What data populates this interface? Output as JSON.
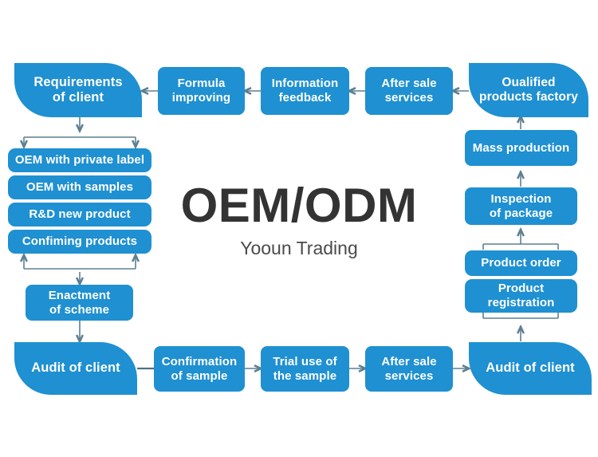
{
  "diagram": {
    "title": "OEM/ODM",
    "subtitle": "Yooun Trading",
    "accent_color": "#1f90d1",
    "connector_color": "#5d7f91",
    "title_color": "#333333",
    "background": "#ffffff"
  },
  "nodes": {
    "requirements_of_client": "Requirements\nof client",
    "formula_improving": "Formula\nimproving",
    "information_feedback": "Information\nfeedback",
    "after_sale_services_top": "After sale\nservices",
    "qualified_products_factory": "Oualified\nproducts factory",
    "oem_private_label": "OEM with private label",
    "oem_with_samples": "OEM with samples",
    "rd_new_product": "R&D new product",
    "confiming_products": "Confiming products",
    "mass_production": "Mass production",
    "inspection_of_package": "Inspection\nof package",
    "enactment_of_scheme": "Enactment\nof scheme",
    "product_order": "Product order",
    "product_registration": "Product\nregistration",
    "audit_of_client_left": "Audit of client",
    "confirmation_of_sample": "Confirmation\nof sample",
    "trial_use_of_the_sample": "Trial use of\nthe sample",
    "after_sale_services_bottom": "After sale\nservices",
    "audit_of_client_right": "Audit of client"
  },
  "flow": {
    "top_row_direction": "right-to-left",
    "bottom_row_direction": "left-to-right",
    "left_column_direction": "top-to-bottom",
    "right_column_direction": "bottom-to-top"
  }
}
